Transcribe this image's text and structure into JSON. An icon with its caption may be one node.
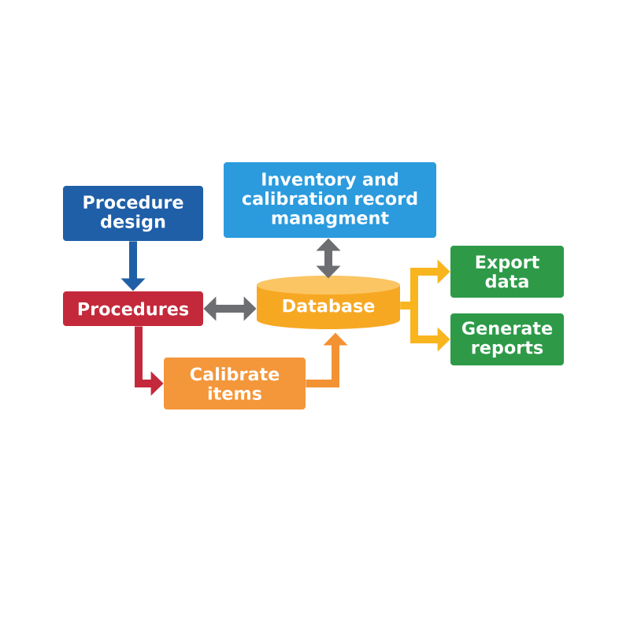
{
  "diagram": {
    "nodes": [
      {
        "text": [
          "Procedure design"
        ]
      },
      {
        "text": [
          "Inventory and calibration record managment"
        ]
      },
      {
        "text": [
          "Procedures"
        ]
      },
      {
        "text": [
          "Database"
        ]
      },
      {
        "text": [
          "Export data"
        ]
      },
      {
        "text": [
          "Generate reports"
        ]
      },
      {
        "text": [
          "Calibrate items"
        ]
      }
    ],
    "edges": [
      {
        "from": 0,
        "to": 2,
        "arrow": "to",
        "color": "#1f5fa8"
      },
      {
        "from": 2,
        "to": 3,
        "arrow": "both",
        "color": "#6d6e71"
      },
      {
        "from": 1,
        "to": 3,
        "arrow": "both",
        "color": "#6d6e71"
      },
      {
        "from": 2,
        "to": 6,
        "arrow": "to",
        "color": "#c4293b"
      },
      {
        "from": 6,
        "to": 3,
        "arrow": "to",
        "color": "#f39232"
      },
      {
        "from": 3,
        "to": 4,
        "arrow": "to",
        "color": "#f9b51e"
      },
      {
        "from": 3,
        "to": 5,
        "arrow": "to",
        "color": "#f9b51e"
      }
    ]
  }
}
